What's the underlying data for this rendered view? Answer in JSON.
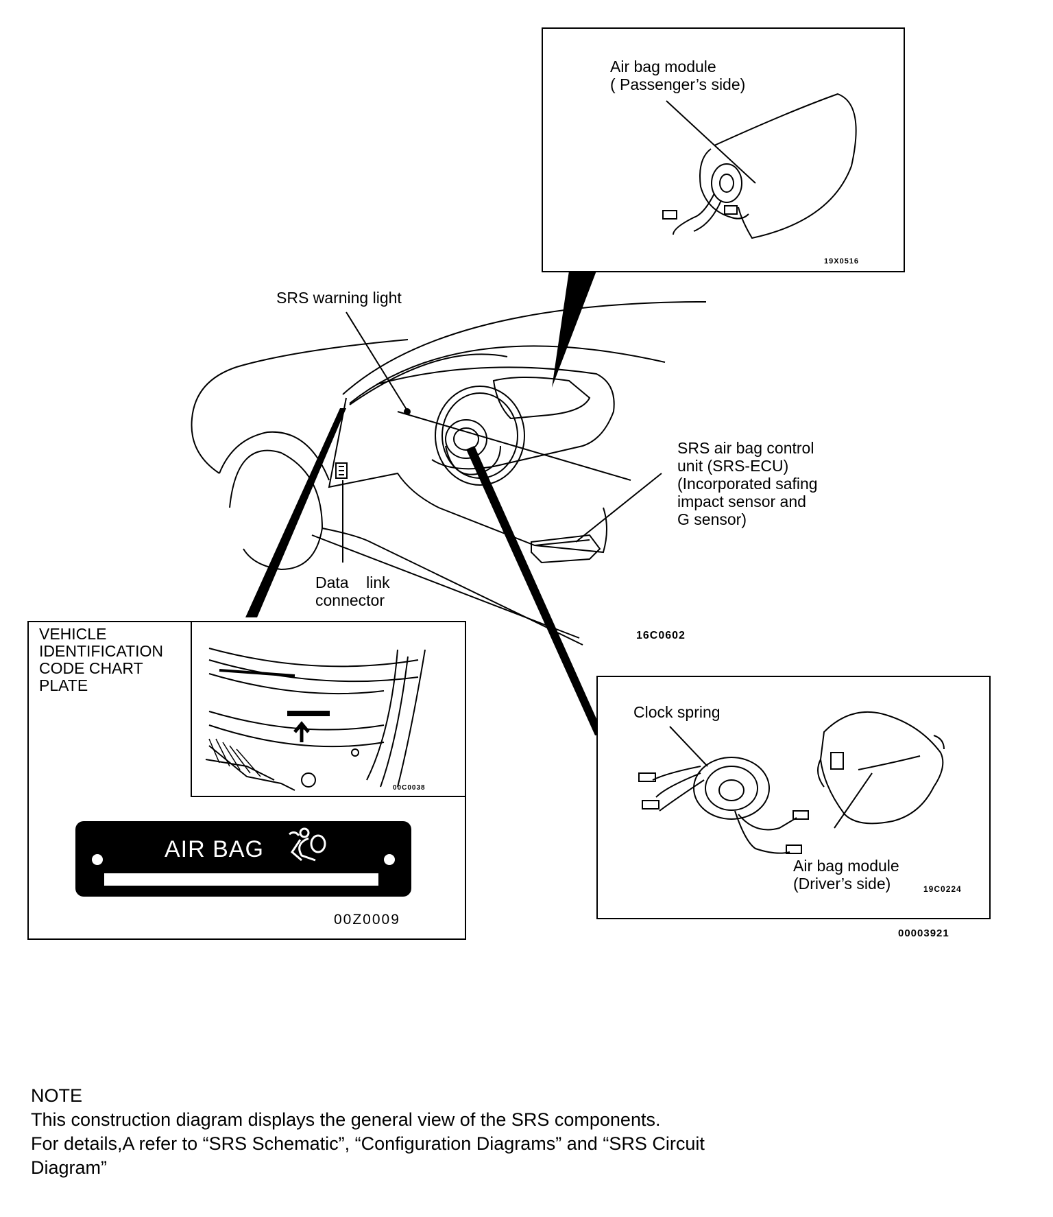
{
  "labels": {
    "passenger_module": "Air bag module\n( Passenger’s side)",
    "warning_light": "SRS warning light",
    "ecu": "SRS air bag control\nunit (SRS-ECU)\n(Incorporated safing\nimpact sensor and\nG sensor)",
    "data_link": "Data    link\nconnector",
    "clock_spring": "Clock spring",
    "driver_module": "Air bag module\n(Driver’s side)",
    "vin_plate": "VEHICLE\nIDENTIFICATION\nCODE CHART\nPLATE",
    "plate_text": "AIR BAG"
  },
  "codes": {
    "passenger_inset": "19X0516",
    "main_view": "16C0602",
    "vin_inset": "00C0038",
    "plate": "00Z0009",
    "driver_inset": "19C0224",
    "figure": "00003921"
  },
  "note": {
    "heading": "NOTE",
    "line1": "This construction diagram displays the general view of the SRS components.",
    "line2": "For details,A refer to “SRS Schematic”, “Configuration Diagrams” and “SRS Circuit",
    "line3": "Diagram”"
  }
}
